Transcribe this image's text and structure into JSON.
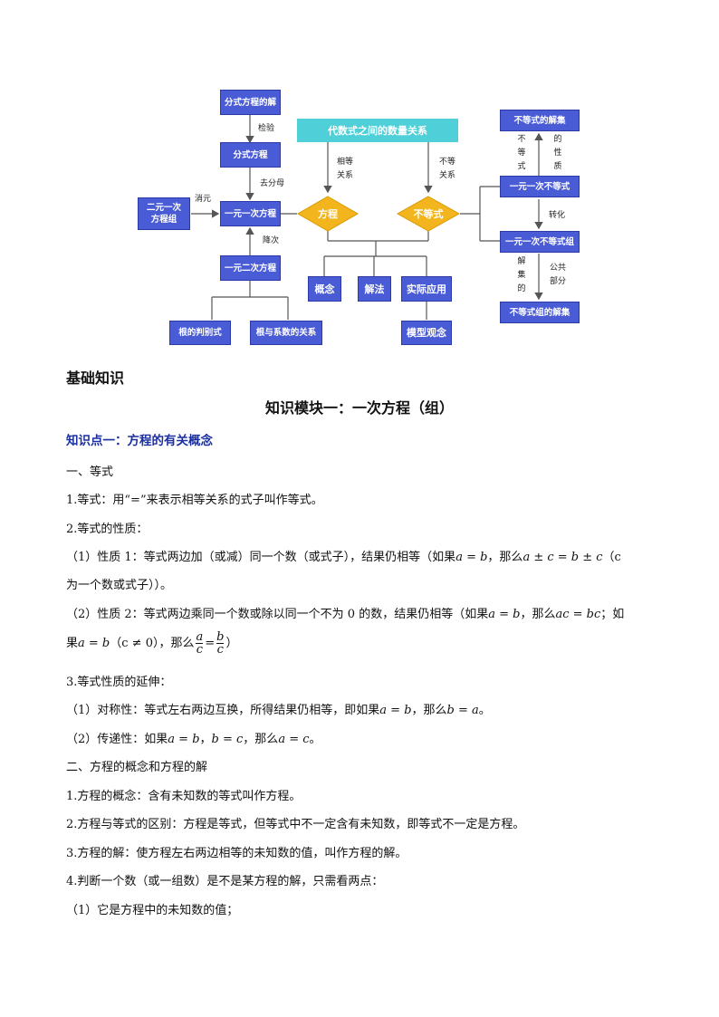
{
  "diagram": {
    "top_box": "代数式之间的数量关系",
    "left_chain": {
      "fractional_eq_solution": "分式方程的解",
      "check": "检验",
      "fractional_eq": "分式方程",
      "remove_denominator": "去分母",
      "linear_eq": "一元一次方程",
      "eliminate": "消元",
      "linear_system": "二元一次方程组",
      "reduce_degree": "降次",
      "quadratic_eq": "一元二次方程",
      "discriminant": "根的判别式",
      "vieta": "根与系数的关系"
    },
    "center": {
      "equal_relation": "相等关系",
      "unequal_relation": "不等关系",
      "equation": "方程",
      "inequality": "不等式",
      "concept": "概念",
      "solution_method": "解法",
      "application": "实际应用",
      "model": "模型观念"
    },
    "right_chain": {
      "ineq_solution_set": "不等式的解集",
      "ineq_properties_left": "不等式",
      "ineq_properties_right": "的性质",
      "linear_ineq": "一元一次不等式",
      "transform": "转化",
      "linear_ineq_system": "一元一次不等式组",
      "solve_set_left": "解集的",
      "common_part": "公共部分",
      "system_solution_set": "不等式组的解集"
    }
  },
  "headings": {
    "basic": "基础知识",
    "module": "知识模块一：一次方程（组）",
    "point1": "知识点一：方程的有关概念"
  },
  "body": {
    "s1": "一、等式",
    "p1": "1.等式：用“=”来表示相等关系的式子叫作等式。",
    "p2": "2.等式的性质：",
    "p3a": "（1）性质 1：等式两边加（或减）同一个数（或式子），结果仍相等（如果",
    "p3b": "，那么",
    "p3c": "（c",
    "p3d": "为一个数或式子））。",
    "p4a": "（2）性质 2：等式两边乘同一个数或除以同一个不为 0 的数，结果仍相等（如果",
    "p4b": "，那么",
    "p4c": "；如",
    "p5a": "果",
    "p5b": "（c ≠ 0），那么",
    "p5c": "）",
    "p6": "3.等式性质的延伸：",
    "p7a": "（1）对称性：等式左右两边互换，所得结果仍相等，即如果",
    "p7b": "，那么",
    "p7c": "。",
    "p8a": "（2）传递性：如果",
    "p8b": "，",
    "p8c": "，那么",
    "p8d": "。",
    "s2": "二、方程的概念和方程的解",
    "p9": "1.方程的概念：含有未知数的等式叫作方程。",
    "p10": "2.方程与等式的区别：方程是等式，但等式中不一定含有未知数，即等式不一定是方程。",
    "p11": "3.方程的解：使方程左右两边相等的未知数的值，叫作方程的解。",
    "p12": "4.判断一个数（或一组数）是不是某方程的解，只需看两点：",
    "p13": "（1）它是方程中的未知数的值；"
  },
  "math": {
    "a_eq_b": "a = b",
    "a_pm_c": "a ± c = b ± c",
    "ac_bc": "ac = bc",
    "b_eq_a": "b = a",
    "b_eq_c": "b = c",
    "a_eq_c": "a = c",
    "frac_a": "a",
    "frac_c1": "c",
    "frac_b": "b",
    "frac_c2": "c"
  },
  "colors": {
    "box": "#4a5bd6",
    "top_box": "#4fd0d8",
    "diamond": "#f3b51e",
    "heading_blue": "#1a2fa0"
  }
}
